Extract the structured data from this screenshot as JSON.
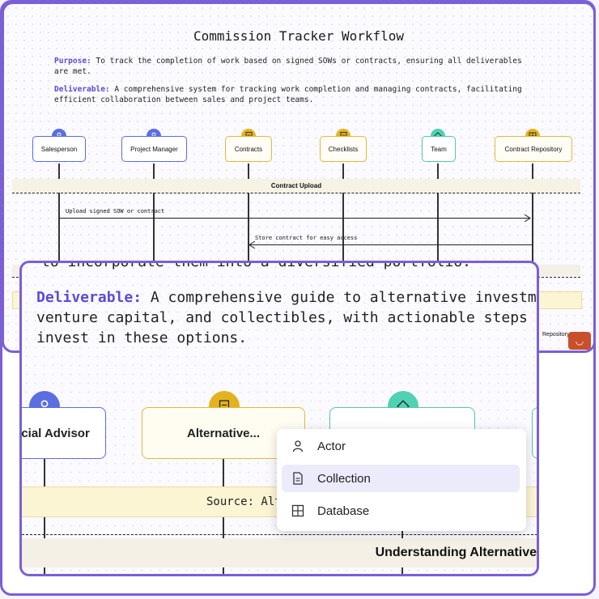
{
  "back": {
    "title": "Commission Tracker Workflow",
    "purpose_label": "Purpose:",
    "purpose_text": " To track the completion of work based on signed SOWs or contracts, ensuring all deliverables are met.",
    "deliverable_label": "Deliverable:",
    "deliverable_text": " A comprehensive system for tracking work completion and managing contracts, facilitating efficient collaboration between sales and project teams.",
    "actors": [
      {
        "label": "Salesperson",
        "icon": "person-icon"
      },
      {
        "label": "Project Manager",
        "icon": "person-icon"
      },
      {
        "label": "Contracts",
        "icon": "document-icon"
      },
      {
        "label": "Checklists",
        "icon": "document-icon"
      },
      {
        "label": "Team",
        "icon": "diamond-icon"
      },
      {
        "label": "Contract Repository",
        "icon": "grid-icon"
      }
    ],
    "section_title": "Contract Upload",
    "messages": [
      "Upload signed SOW or contract",
      "Store contract for easy access"
    ],
    "partial_label": "Repository"
  },
  "front": {
    "cut_text": "to incorporate them into a diversified portfolio.",
    "deliverable_label": "Deliverable:",
    "deliverable_line1": " A comprehensive guide to alternative investm",
    "deliverable_line2": "venture capital, and collectibles, with actionable steps",
    "deliverable_line3": "invest in these options.",
    "actors": [
      {
        "label": "ncial Advisor",
        "icon": "person-icon"
      },
      {
        "label": "Alternative...",
        "icon": "document-icon"
      },
      {
        "label": "",
        "icon": "diamond-icon"
      }
    ],
    "source_text": "Source: Alt",
    "band_title": "Understanding Alternative"
  },
  "dropdown": {
    "items": [
      {
        "label": "Actor",
        "icon": "person-icon",
        "selected": false
      },
      {
        "label": "Collection",
        "icon": "document-icon",
        "selected": true
      },
      {
        "label": "Database",
        "icon": "grid-icon",
        "selected": false
      }
    ]
  },
  "colors": {
    "accent": "#7b5fd6",
    "person": "#5b6fe0",
    "document": "#e3b31f",
    "diamond": "#4fd1b3"
  }
}
